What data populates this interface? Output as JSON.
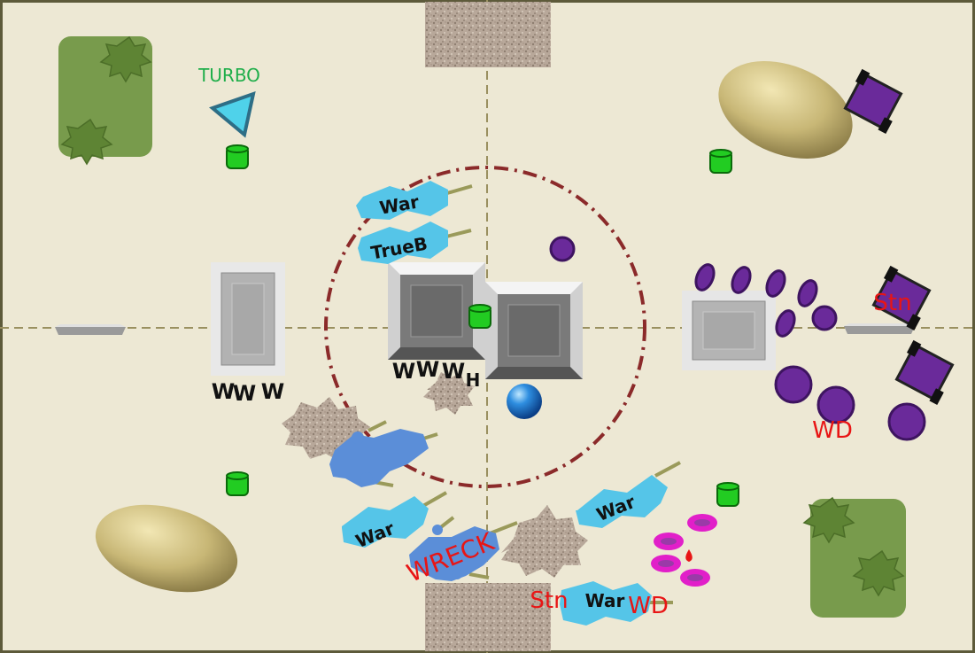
{
  "board": {
    "background": "#ede8d4",
    "border_color": "#5d5a3a",
    "center_circle_color": "#8b2a2a",
    "center_line_color": "#9a9060"
  },
  "colors": {
    "light_unit": "#55c5e8",
    "player_unit": "#5b8ed8",
    "enemy": "#6a2a9a",
    "enemy_cloud": "#e11fc9",
    "red_status": "#e81515",
    "objective": "#22cc22",
    "forest": "#6e9440",
    "turbo_green": "#1fae4a"
  },
  "labels": {
    "turbo": "TURBO",
    "truebound": "TrueB",
    "war_1": "War",
    "war_2": "War",
    "war_3": "War",
    "war_4": "War",
    "wreck": "WRECK",
    "stn_bottom": "Stn",
    "wd_bottom": "WD",
    "stn_right": "Stn",
    "wd_right": "WD",
    "w_left": [
      "W",
      "W",
      "W"
    ],
    "w_center": [
      "W",
      "W",
      "W",
      "H"
    ]
  }
}
